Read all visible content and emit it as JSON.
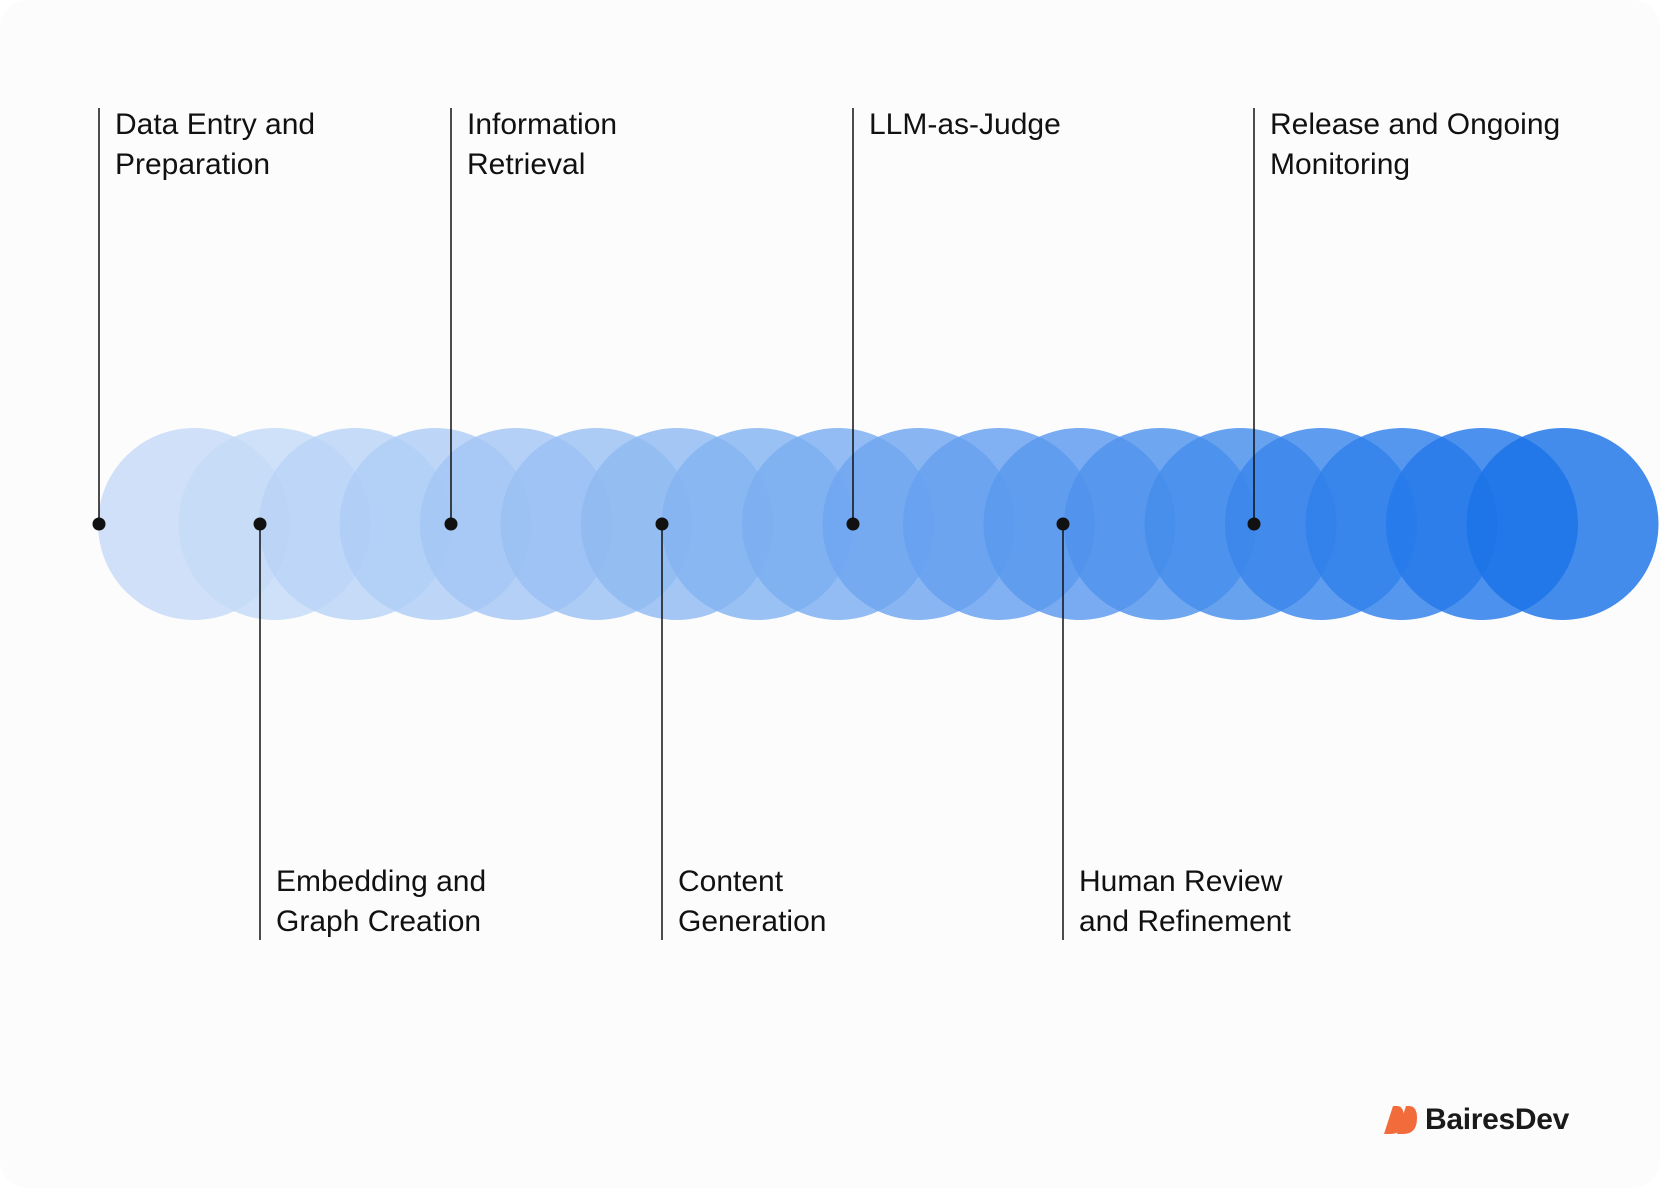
{
  "diagram": {
    "circle_count": 18,
    "color_light": "#cfe0f8",
    "color_dark": "#1a73e8",
    "marker_color": "#111111",
    "stages": [
      {
        "lines": [
          "Data Entry and",
          "Preparation"
        ],
        "position": "above"
      },
      {
        "lines": [
          "Embedding and",
          "Graph Creation"
        ],
        "position": "below"
      },
      {
        "lines": [
          "Information",
          "Retrieval"
        ],
        "position": "above"
      },
      {
        "lines": [
          "Content",
          "Generation"
        ],
        "position": "below"
      },
      {
        "lines": [
          "LLM-as-Judge"
        ],
        "position": "above"
      },
      {
        "lines": [
          "Human Review",
          "and Refinement"
        ],
        "position": "below"
      },
      {
        "lines": [
          "Release and Ongoing",
          "Monitoring"
        ],
        "position": "above"
      }
    ]
  },
  "brand": {
    "name": "BairesDev",
    "logo_icon": "bairesdev-logo-icon",
    "accent_color": "#f26b3a"
  }
}
